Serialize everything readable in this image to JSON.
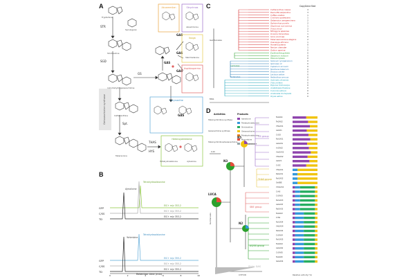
{
  "panels": {
    "A": {
      "label": "A",
      "compounds": [
        "Tryptamine",
        "Secologanin",
        "Strictosidine",
        "4,21-Dehydrogeissoschizine",
        "Catharanthine",
        "Tabersonine",
        "Akuammicine",
        "Stemmadenine",
        "Tetrahydroalstonine",
        "Ajmalicine"
      ],
      "enzymes": [
        "STR",
        "SGD",
        "GS",
        "GAS",
        "GAS",
        "GAS",
        "GAS",
        "GAS",
        "THAS",
        "HYS",
        "Spt."
      ],
      "box_titles": [
        "Akuammilan",
        "Strychnos",
        "Iboga",
        "Aspidosperma",
        "Corynanthe",
        "Heteroyohimbine"
      ],
      "side_label": "Geissoschizine synthase",
      "box_colors": [
        "#e8a33d",
        "#9b6bc8",
        "#e6c84a",
        "#e06060",
        "#5aa8d8",
        "#8cc63f"
      ]
    },
    "B": {
      "label": "B",
      "top_trace_labels": [
        "Ajmalicine",
        "Tetrahydroalstonine"
      ],
      "top_annotations": [
        "EIC+ m/z 353.2",
        "EIC+ m/z 353.2",
        "EIC+ m/z 353.2"
      ],
      "bottom_trace_labels": [
        "Yohimbine",
        "Tetrahydroalstonine"
      ],
      "bottom_annotations": [
        "EIC+ m/z 355.2",
        "EIC+ m/z 355.2",
        "EIC+ m/z 355.2"
      ],
      "rows": [
        "GFP",
        "C/SS",
        "TD"
      ],
      "xlabel": "Retention time (min)",
      "ticks": [
        "0",
        "2",
        "4",
        "6",
        "8",
        "10"
      ]
    },
    "C": {
      "label": "C",
      "col_headers": [
        "Copy",
        "Gene",
        "Stat"
      ],
      "group_labels": [
        "Gentianales",
        "Lamiales",
        "Solanales"
      ],
      "axis_label": "MYA",
      "species": [
        {
          "name": "Catharanthus roseus",
          "color": "#d62728"
        },
        {
          "name": "Rauvolfia serpentina",
          "color": "#d62728"
        },
        {
          "name": "Coffea arabica",
          "color": "#d62728"
        },
        {
          "name": "Cinchona pubescens",
          "color": "#d62728"
        },
        {
          "name": "Gelsemium sempervirens",
          "color": "#d62728"
        },
        {
          "name": "Ophiorrhiza pumila",
          "color": "#d62728"
        },
        {
          "name": "Strychnos nux-vomica",
          "color": "#d62728"
        },
        {
          "name": "Vinca minor",
          "color": "#d62728"
        },
        {
          "name": "Mitragyna speciosa",
          "color": "#d62728"
        },
        {
          "name": "Uncaria tomentosa",
          "color": "#d62728"
        },
        {
          "name": "Ixora coccinea",
          "color": "#d62728"
        },
        {
          "name": "Tabernaemontana elegans",
          "color": "#d62728"
        },
        {
          "name": "Voacanga africana",
          "color": "#d62728"
        },
        {
          "name": "Hamelia patens",
          "color": "#d62728"
        },
        {
          "name": "Nerium oleander",
          "color": "#d62728"
        },
        {
          "name": "Galium aparine",
          "color": "#d62728"
        },
        {
          "name": "Erythranthe guttata",
          "color": "#2ca02c"
        },
        {
          "name": "Sesamum indicum",
          "color": "#2ca02c"
        },
        {
          "name": "Olea europaea",
          "color": "#2ca02c"
        },
        {
          "name": "Solanum lycopersicum",
          "color": "#1f77b4"
        },
        {
          "name": "Ipomoea nil",
          "color": "#1f77b4"
        },
        {
          "name": "Capsicum annuum",
          "color": "#1f77b4"
        },
        {
          "name": "Nicotiana tabacum",
          "color": "#1f77b4"
        },
        {
          "name": "Daucus carota",
          "color": "#1f77b4"
        },
        {
          "name": "Lactuca sativa",
          "color": "#1f77b4"
        },
        {
          "name": "Helianthus annuus",
          "color": "#1f77b4"
        },
        {
          "name": "Actinidia chinensis",
          "color": "#17a2b8"
        },
        {
          "name": "Vitis vinifera",
          "color": "#17a2b8"
        },
        {
          "name": "Populus trichocarpa",
          "color": "#17a2b8"
        },
        {
          "name": "Arabidopsis thaliana",
          "color": "#17a2b8"
        },
        {
          "name": "Cucumis sativus",
          "color": "#17a2b8"
        },
        {
          "name": "Amborella trichopoda",
          "color": "#17a2b8"
        },
        {
          "name": "Oryza sativa",
          "color": "#17a2b8"
        }
      ],
      "counts": [
        "4",
        "3",
        "1",
        "1",
        "2",
        "2",
        "1",
        "2",
        "1",
        "1",
        "0",
        "2",
        "1",
        "0",
        "1",
        "0",
        "0",
        "0",
        "0",
        "0",
        "0",
        "0",
        "0",
        "0",
        "0",
        "0",
        "0",
        "0",
        "0",
        "0",
        "0",
        "0",
        "0"
      ]
    },
    "D": {
      "label": "D",
      "activities_title": "Activities",
      "products_title": "Products",
      "activities": [
        "Heteroyohimbine synthase",
        "Geissoschizine synthase",
        "Heteroyohimbine/Geissoschizine"
      ],
      "products": [
        "Ajmalicine",
        "Tetrahydroalstonine",
        "Strictosidine",
        "Geissoschizine",
        "Tetrahydroalstonine",
        "Mayumbine",
        "19-epi-ajmalicine"
      ],
      "product_colors": [
        "#8e44ad",
        "#3498db",
        "#27ae60",
        "#f1c40f",
        "#e67e22",
        "#e74c3c",
        "#95a5a6"
      ],
      "nodes": [
        "N5",
        "N3",
        "LUCA",
        "N2"
      ],
      "groups": [
        "GS group",
        "THAS group",
        "SBE group",
        "AS/SS group",
        "Sister GAS"
      ],
      "bottom_labels": [
        "Gentianales",
        "CYP72D",
        "Relative activity (%)"
      ],
      "scale_label": "0.20",
      "gene_labels": [
        "TeGAS1",
        "TeGAS2",
        "VhGAS1",
        "AsGO1",
        "CrGO",
        "RvGAS1",
        "AsGAS1",
        "ArGAS2",
        "VmGAS2",
        "VhGAS2",
        "AsGC1",
        "CrGC",
        "VhGAS1",
        "RsGAS1",
        "RvGAS2",
        "GeSBE",
        "VmGAS1",
        "CrAS",
        "CrGAS3",
        "RvGAS3",
        "AsGAS3",
        "RsGAS3",
        "TeGAS3",
        "CrSS",
        "RvGAS4",
        "VhGAS4",
        "RsGAS4",
        "CrGAS4",
        "RvGAS5",
        "TeGAS4",
        "AsGAS4",
        "CrGAS5",
        "TeGAS5",
        "GsGAS4"
      ]
    }
  }
}
